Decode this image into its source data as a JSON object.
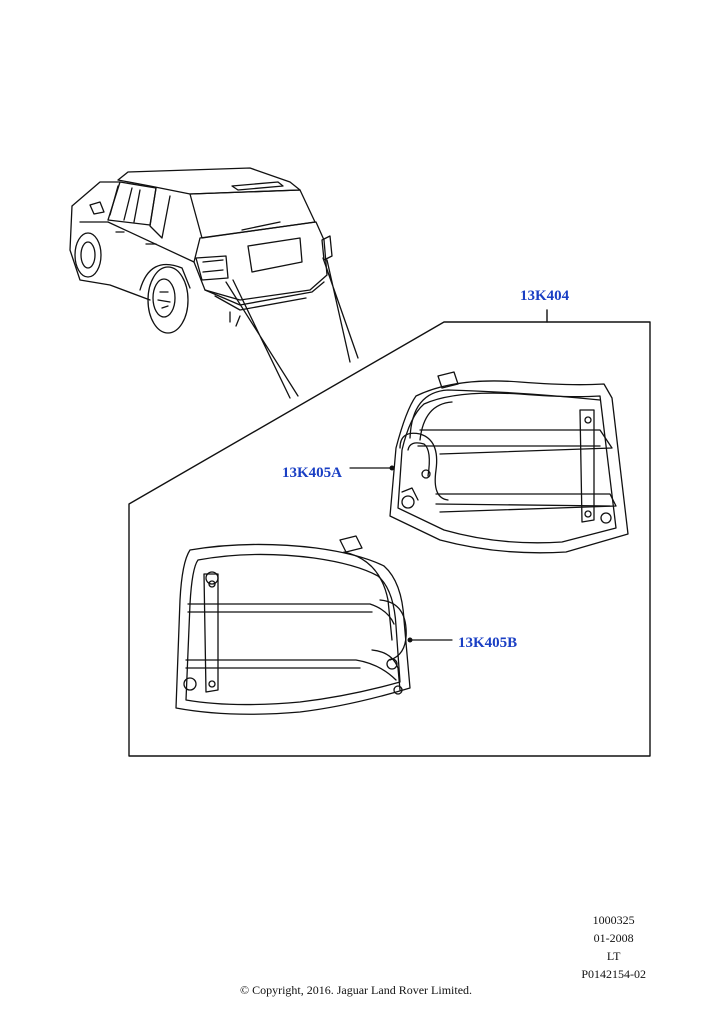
{
  "callouts": {
    "main_assembly": "13K404",
    "left_guard": "13K405A",
    "right_guard": "13K405B"
  },
  "meta": {
    "line1": "1000325",
    "line2": "01-2008",
    "line3": "LT",
    "line4": "P0142154-02"
  },
  "copyright": "© Copyright, 2016. Jaguar Land Rover Limited.",
  "colors": {
    "callout": "#1a3fc4",
    "line": "#111111"
  }
}
